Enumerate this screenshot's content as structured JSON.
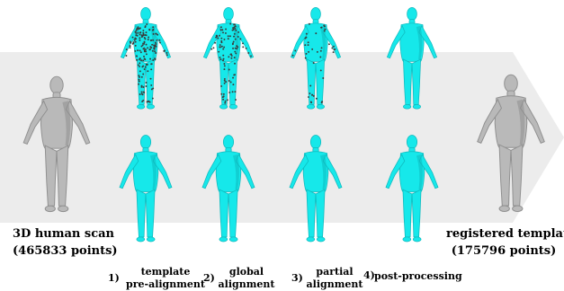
{
  "colors": {
    "arrow": "#ececec",
    "scan": "#b9b9b9",
    "scan_shade": "#8f8f8f",
    "template": "#16e8ea",
    "template_shade": "#0fb9bd",
    "points": "#3a3a3a"
  },
  "input": {
    "title": "3D  human scan",
    "count": "(465833 points)",
    "icon": "grey-human-scan"
  },
  "output": {
    "title": "registered template",
    "count": "(175796 points)",
    "icon": "grey-registered-human"
  },
  "steps": [
    {
      "num": "1)",
      "label_line1": "template",
      "label_line2": "pre-alignment",
      "overlay_points": 0.75
    },
    {
      "num": "2)",
      "label_line1": "global",
      "label_line2": "alignment",
      "overlay_points": 0.45
    },
    {
      "num": "3)",
      "label_line1": "partial",
      "label_line2": "alignment",
      "overlay_points": 0.2
    },
    {
      "num": "4)",
      "label_line1": "post-processing",
      "label_line2": "",
      "overlay_points": 0.0
    }
  ]
}
